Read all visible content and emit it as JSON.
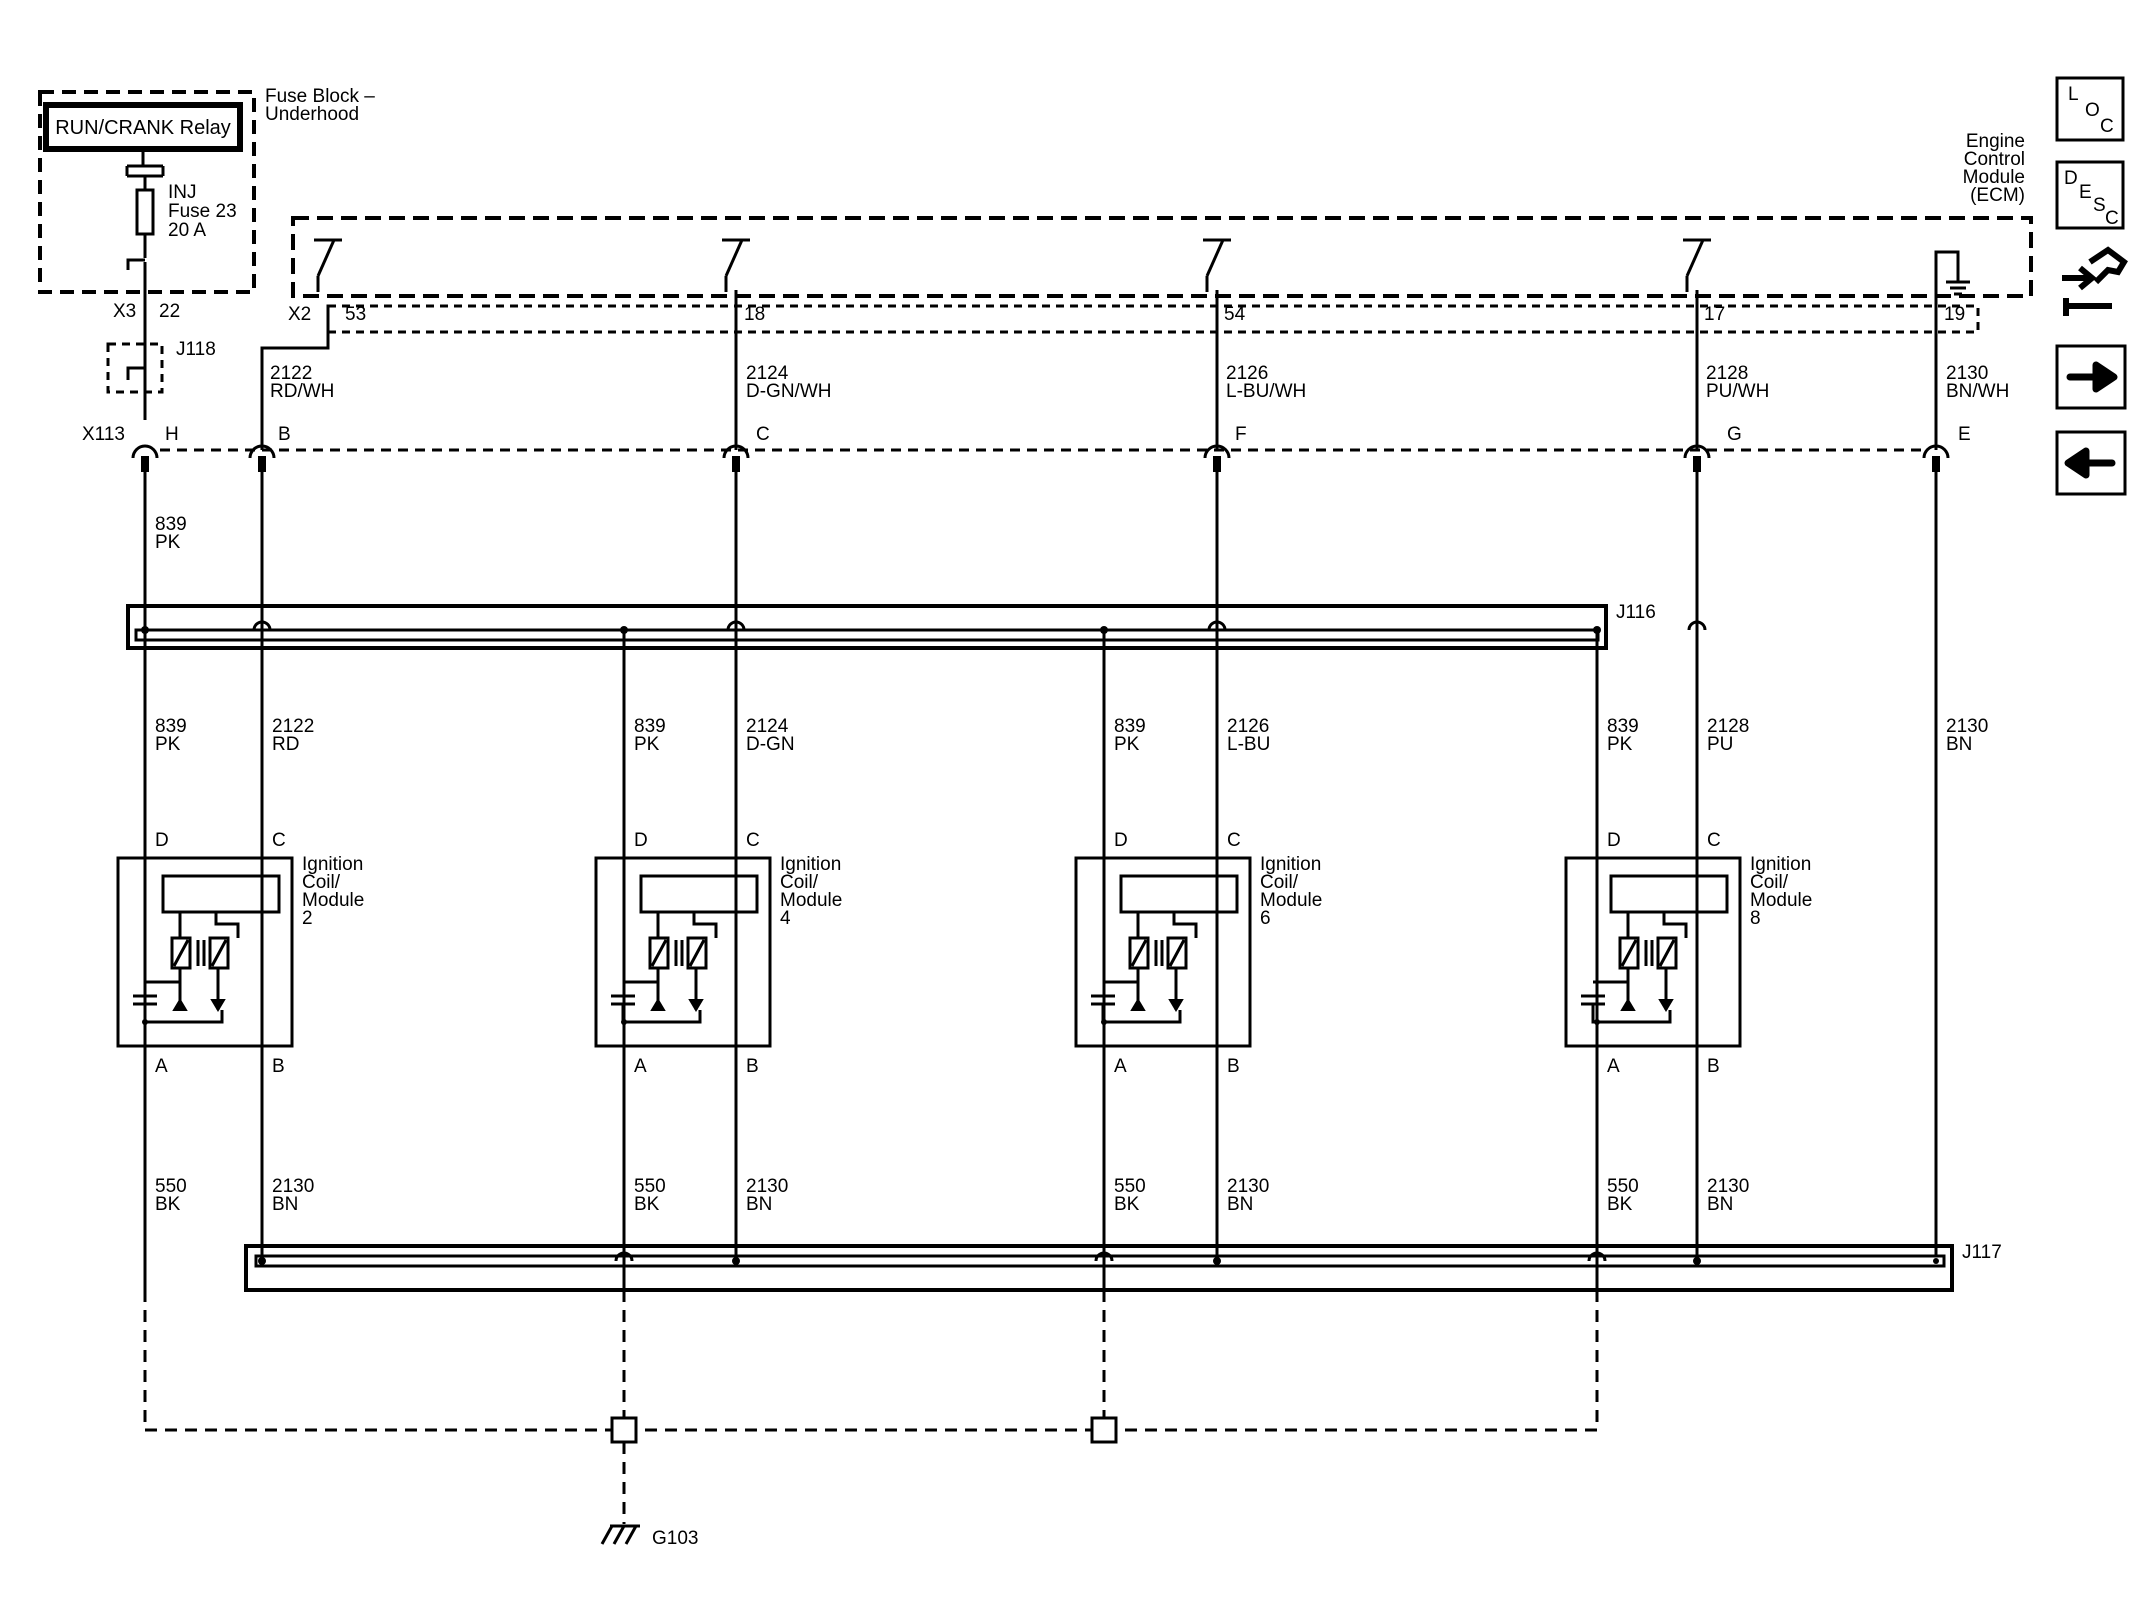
{
  "fuse_block": {
    "title_line1": "Fuse Block –",
    "title_line2": "Underhood",
    "relay_label": "RUN/CRANK Relay",
    "fuse_line1": "INJ",
    "fuse_line2": "Fuse 23",
    "fuse_line3": "20 A",
    "conn": "X3",
    "pin": "22"
  },
  "ecm": {
    "line1": "Engine",
    "line2": "Control",
    "line3": "Module",
    "line4": "(ECM)",
    "conn": "X2",
    "pins": [
      "53",
      "18",
      "54",
      "17",
      "19"
    ]
  },
  "splices": {
    "j118": "J118",
    "j116": "J116",
    "j117": "J117",
    "ground": "G103"
  },
  "inline_connector": {
    "name": "X113",
    "pins": [
      "H",
      "B",
      "C",
      "F",
      "G",
      "E"
    ]
  },
  "ecm_wires": [
    {
      "circuit": "2122",
      "color": "RD/WH"
    },
    {
      "circuit": "2124",
      "color": "D-GN/WH"
    },
    {
      "circuit": "2126",
      "color": "L-BU/WH"
    },
    {
      "circuit": "2128",
      "color": "PU/WH"
    },
    {
      "circuit": "2130",
      "color": "BN/WH"
    }
  ],
  "feed_wire": {
    "circuit": "839",
    "color": "PK"
  },
  "ground_circuit": {
    "circuit": "550",
    "color": "BK"
  },
  "return_circuit": {
    "circuit": "2130",
    "color": "BN"
  },
  "mid_wires": [
    {
      "circuit": "839",
      "color": "PK"
    },
    {
      "circuit": "2122",
      "color": "RD"
    },
    {
      "circuit": "839",
      "color": "PK"
    },
    {
      "circuit": "2124",
      "color": "D-GN"
    },
    {
      "circuit": "839",
      "color": "PK"
    },
    {
      "circuit": "2126",
      "color": "L-BU"
    },
    {
      "circuit": "839",
      "color": "PK"
    },
    {
      "circuit": "2128",
      "color": "PU"
    },
    {
      "circuit": "2130",
      "color": "BN"
    }
  ],
  "coils": [
    {
      "l1": "Ignition",
      "l2": "Coil/",
      "l3": "Module",
      "num": "2"
    },
    {
      "l1": "Ignition",
      "l2": "Coil/",
      "l3": "Module",
      "num": "4"
    },
    {
      "l1": "Ignition",
      "l2": "Coil/",
      "l3": "Module",
      "num": "6"
    },
    {
      "l1": "Ignition",
      "l2": "Coil/",
      "l3": "Module",
      "num": "8"
    }
  ],
  "coil_pins": {
    "d": "D",
    "c": "C",
    "a": "A",
    "b": "B"
  },
  "nav": {
    "loc": [
      "L",
      "O",
      "C"
    ],
    "desc": [
      "D",
      "E",
      "S",
      "C"
    ],
    "icon_names": [
      "loc-icon",
      "desc-icon",
      "connector-wrench-icon",
      "arrow-right-icon",
      "arrow-left-icon"
    ]
  }
}
